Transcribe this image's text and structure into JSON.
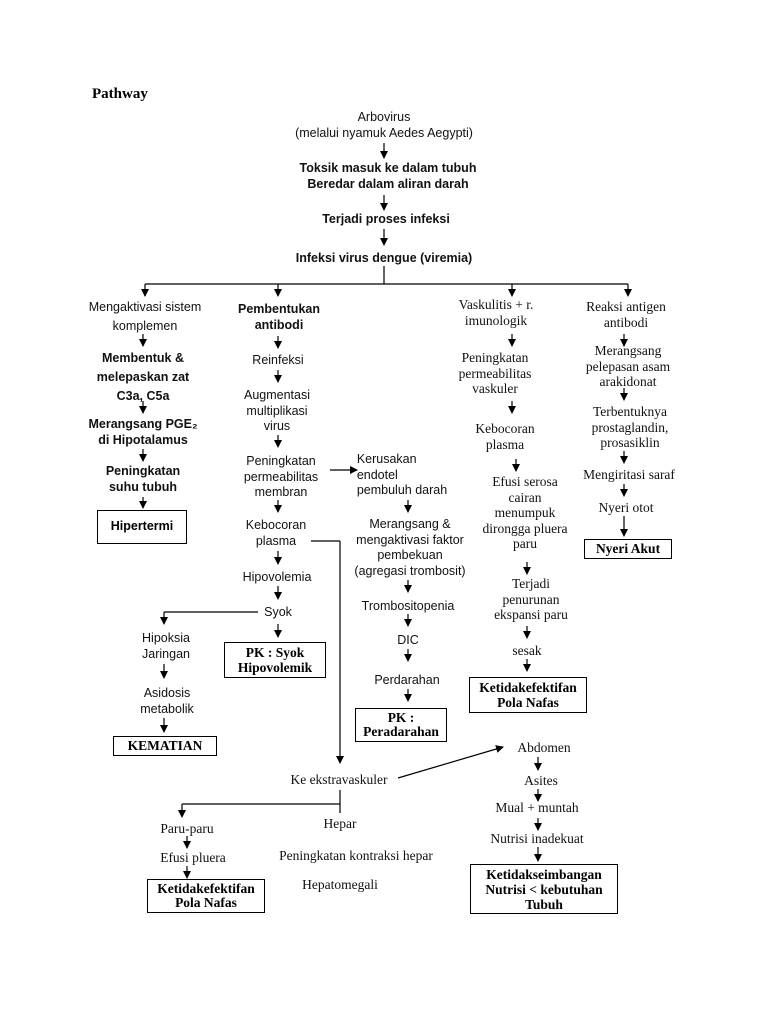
{
  "title": "Pathway",
  "top": {
    "arbovirus": "Arbovirus\n(melalui nyamuk Aedes Aegypti)",
    "toksik": "Toksik masuk ke dalam tubuh\nBeredar dalam aliran darah",
    "infeksi": "Terjadi proses infeksi",
    "viremia": "Infeksi virus dengue (viremia)"
  },
  "col1": {
    "n1": "Mengaktivasi sistem\nkomplemen",
    "n2": "Membentuk &\nmelepaskan zat\nC3a, C5a",
    "n3": "Merangsang PGE₂\ndi Hipotalamus",
    "n4": "Peningkatan\nsuhu tubuh",
    "box": "Hipertermi"
  },
  "col2": {
    "n1": "Pembentukan\nantibodi",
    "n2": "Reinfeksi",
    "n3": "Augmentasi\nmultiplikasi\nvirus",
    "n4": "Peningkatan\npermeabilitas\nmembran",
    "n5": "Kebocoran\nplasma",
    "n6": "Hipovolemia",
    "n7": "Syok",
    "box": "PK : Syok\nHipovolemik"
  },
  "left_branch": {
    "n1": "Hipoksia\nJaringan",
    "n2": "Asidosis\nmetabolik",
    "box": "KEMATIAN"
  },
  "col3": {
    "n1": "Kerusakan\nendotel\npembuluh darah",
    "n2": "Merangsang &\nmengaktivasi faktor\npembekuan\n(agregasi trombosit)",
    "n3": "Trombositopenia",
    "n4": "DIC",
    "n5": "Perdarahan",
    "box": "PK :\nPeradarahan"
  },
  "col4": {
    "n1": "Vaskulitis + r.\nimunologik",
    "n2": "Peningkatan\npermeabilitas\nvaskuler",
    "n3": "Kebocoran\nplasma",
    "n4": "Efusi serosa\ncairan\nmenumpuk\ndirongga pluera\nparu",
    "n5": "Terjadi\npenurunan\nekspansi paru",
    "n6": "sesak",
    "box": "Ketidakefektifan\nPola Nafas"
  },
  "col5": {
    "n1": "Reaksi antigen\nantibodi",
    "n2": "Merangsang\npelepasan asam\narakidonat",
    "n3": "Terbentuknya\nprostaglandin,\nprosasiklin",
    "n4": "Mengiritasi saraf",
    "n5": "Nyeri otot",
    "box": "Nyeri Akut"
  },
  "bottom": {
    "ekstra": "Ke ekstravaskuler",
    "paru": "Paru-paru",
    "efusi": "Efusi pluera",
    "box_paru": "Ketidakefektifan\nPola Nafas",
    "hepar": "Hepar",
    "kontraksi": "Peningkatan kontraksi hepar",
    "hepatomegali": "Hepatomegali",
    "abdomen": "Abdomen",
    "asites": "Asites",
    "mual": "Mual + muntah",
    "nutrisi": "Nutrisi inadekuat",
    "box_nutrisi": "Ketidakseimbangan\nNutrisi < kebutuhan\nTubuh"
  }
}
